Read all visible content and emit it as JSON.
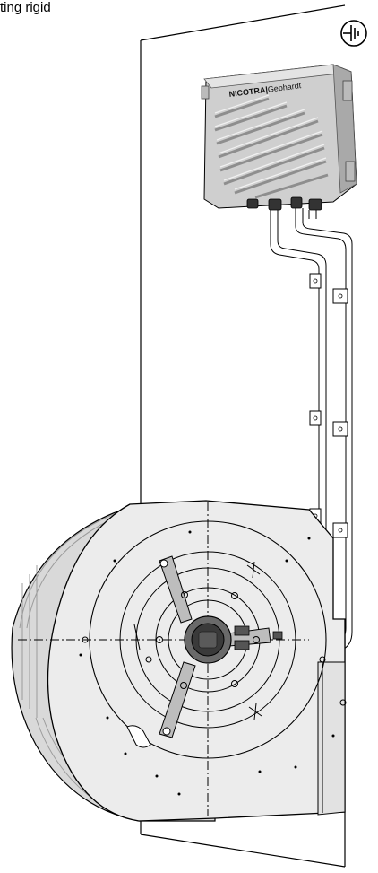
{
  "caption_partial": "ting rigid",
  "controller": {
    "brand": "NICOTRA",
    "brand_separator": "|",
    "brand_suffix": "Gebhardt"
  },
  "icons": {
    "ground": "protective-earth-icon"
  },
  "colors": {
    "line": "#000000",
    "housing_fill": "#dcdcdc",
    "housing_dark": "#9a9a9a",
    "controller_fill": "#c9c9c9",
    "motor_fill": "#3a3a3a"
  }
}
